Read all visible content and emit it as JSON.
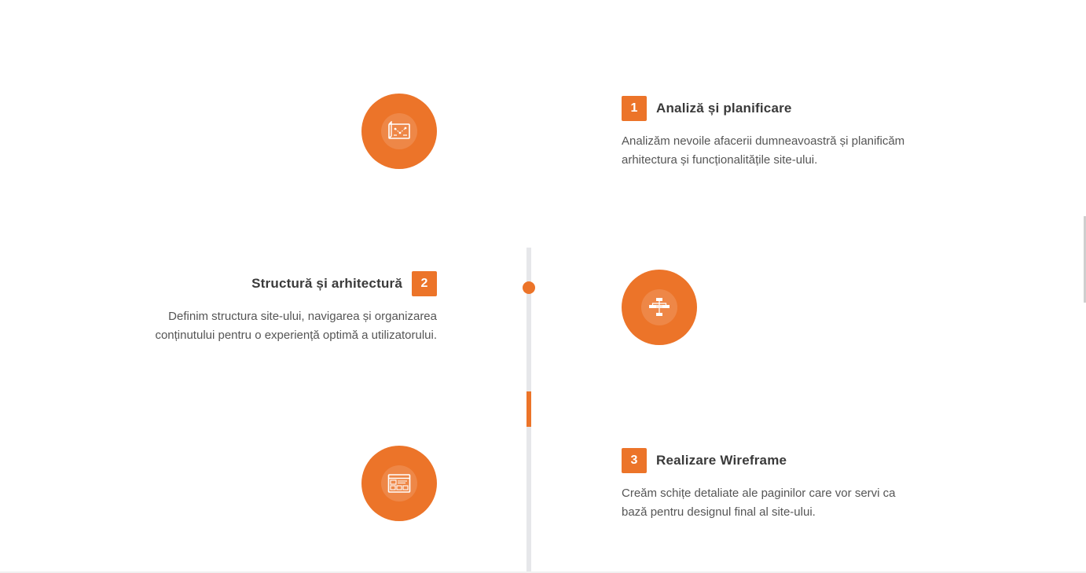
{
  "colors": {
    "accent": "#ec7429",
    "track": "#e6e7ea",
    "title": "#3a3a3a",
    "text": "#555555"
  },
  "steps": [
    {
      "number": "1",
      "title": "Analiză și planificare",
      "desc_line1": "Analizăm nevoile afacerii dumneavoastră și planificăm",
      "desc_line2": "arhitectura și funcționalitățile site-ului.",
      "icon": "blueprint-icon"
    },
    {
      "number": "2",
      "title": "Structură și arhitectură",
      "desc_line1": "Definim structura site-ului, navigarea și organizarea",
      "desc_line2": "conținutului pentru o experiență optimă a utilizatorului.",
      "icon": "sitemap-icon"
    },
    {
      "number": "3",
      "title": "Realizare Wireframe",
      "desc_line1": "Creăm schițe detaliate ale paginilor care vor servi ca",
      "desc_line2": "bază pentru designul final al site-ului.",
      "icon": "wireframe-icon"
    }
  ],
  "timeline": {
    "progress_fraction": 0.1
  }
}
